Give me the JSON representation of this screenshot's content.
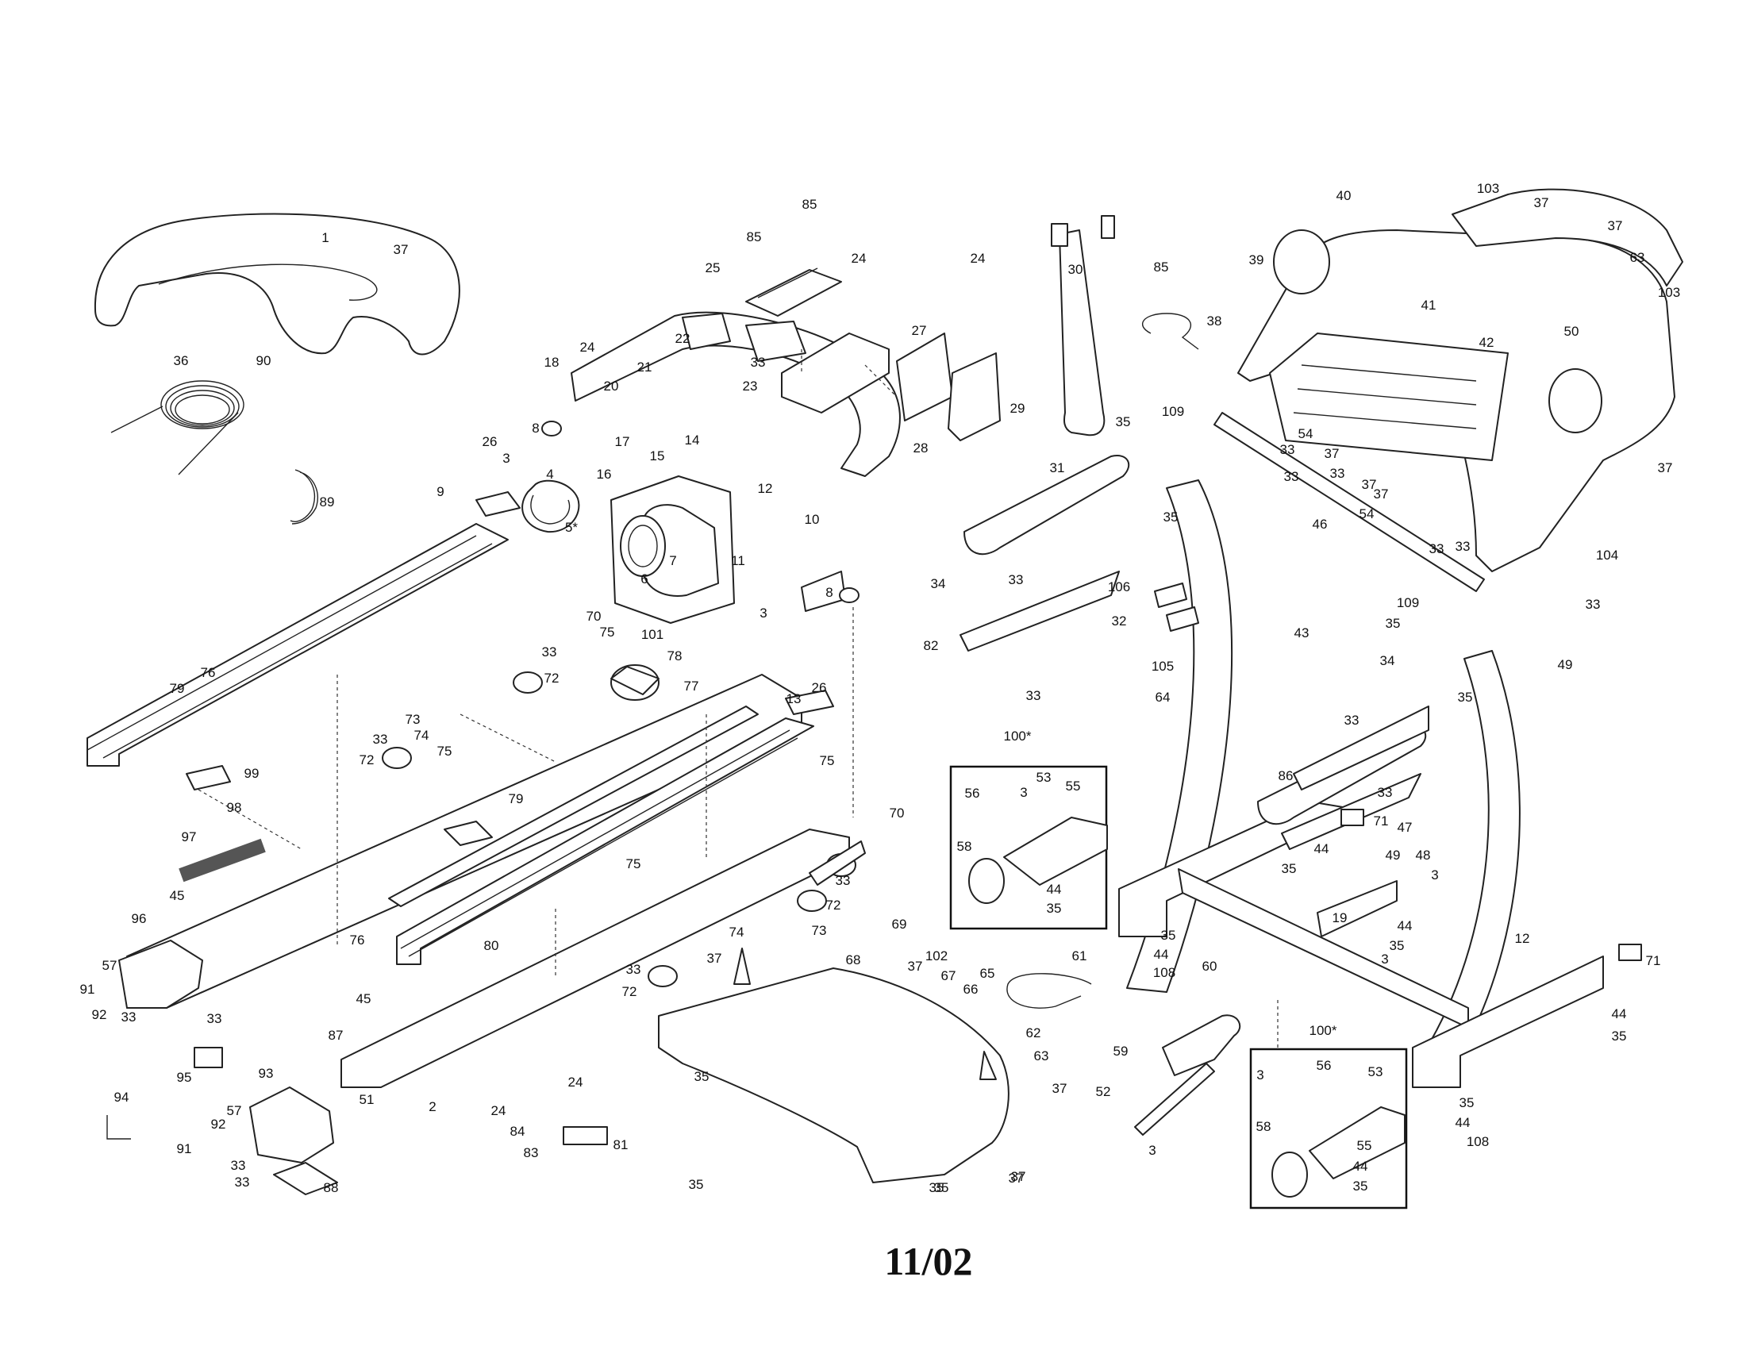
{
  "page": {
    "footer_date": "11/02"
  },
  "callouts": [
    {
      "id": "c1",
      "text": "1"
    },
    {
      "id": "c2",
      "text": "37"
    },
    {
      "id": "c3",
      "text": "36"
    },
    {
      "id": "c4",
      "text": "90"
    },
    {
      "id": "c5",
      "text": "89"
    },
    {
      "id": "c6",
      "text": "18"
    },
    {
      "id": "c7",
      "text": "24"
    },
    {
      "id": "c8",
      "text": "20"
    },
    {
      "id": "c9",
      "text": "21"
    },
    {
      "id": "c10",
      "text": "22"
    },
    {
      "id": "c11",
      "text": "8"
    },
    {
      "id": "c12",
      "text": "26"
    },
    {
      "id": "c13",
      "text": "3"
    },
    {
      "id": "c14",
      "text": "9"
    },
    {
      "id": "c15",
      "text": "4"
    },
    {
      "id": "c16",
      "text": "17"
    },
    {
      "id": "c17",
      "text": "15"
    },
    {
      "id": "c18",
      "text": "14"
    },
    {
      "id": "c19",
      "text": "16"
    },
    {
      "id": "c20",
      "text": "5*"
    },
    {
      "id": "c21",
      "text": "6"
    },
    {
      "id": "c22",
      "text": "7"
    },
    {
      "id": "c23",
      "text": "11"
    },
    {
      "id": "c24",
      "text": "12"
    },
    {
      "id": "c25",
      "text": "10"
    },
    {
      "id": "c26",
      "text": "3"
    },
    {
      "id": "c27",
      "text": "8"
    },
    {
      "id": "c28",
      "text": "25"
    },
    {
      "id": "c29",
      "text": "85"
    },
    {
      "id": "c30",
      "text": "85"
    },
    {
      "id": "c31",
      "text": "33"
    },
    {
      "id": "c32",
      "text": "23"
    },
    {
      "id": "c33",
      "text": "24"
    },
    {
      "id": "c34",
      "text": "27"
    },
    {
      "id": "c35",
      "text": "24"
    },
    {
      "id": "c36",
      "text": "28"
    },
    {
      "id": "c37",
      "text": "29"
    },
    {
      "id": "c38",
      "text": "30"
    },
    {
      "id": "c39",
      "text": "85"
    },
    {
      "id": "c40",
      "text": "31"
    },
    {
      "id": "c41",
      "text": "34"
    },
    {
      "id": "c42",
      "text": "33"
    },
    {
      "id": "c43",
      "text": "82"
    },
    {
      "id": "c44",
      "text": "33"
    },
    {
      "id": "c45",
      "text": "106"
    },
    {
      "id": "c46",
      "text": "32"
    },
    {
      "id": "c47",
      "text": "105"
    },
    {
      "id": "c48",
      "text": "35"
    },
    {
      "id": "c49",
      "text": "109"
    },
    {
      "id": "c50",
      "text": "35"
    },
    {
      "id": "c51",
      "text": "40"
    },
    {
      "id": "c52",
      "text": "103"
    },
    {
      "id": "c53",
      "text": "37"
    },
    {
      "id": "c54",
      "text": "37"
    },
    {
      "id": "c55",
      "text": "63"
    },
    {
      "id": "c56",
      "text": "103"
    },
    {
      "id": "c57",
      "text": "39"
    },
    {
      "id": "c58",
      "text": "38"
    },
    {
      "id": "c59",
      "text": "41"
    },
    {
      "id": "c60",
      "text": "42"
    },
    {
      "id": "c61",
      "text": "50"
    },
    {
      "id": "c62",
      "text": "33"
    },
    {
      "id": "c63",
      "text": "54"
    },
    {
      "id": "c64",
      "text": "37"
    },
    {
      "id": "c65",
      "text": "33"
    },
    {
      "id": "c66",
      "text": "33"
    },
    {
      "id": "c67",
      "text": "37"
    },
    {
      "id": "c68",
      "text": "37"
    },
    {
      "id": "c69",
      "text": "37"
    },
    {
      "id": "c70",
      "text": "54"
    },
    {
      "id": "c71",
      "text": "33"
    },
    {
      "id": "c72",
      "text": "33"
    },
    {
      "id": "c73",
      "text": "46"
    },
    {
      "id": "c74",
      "text": "104"
    },
    {
      "id": "c75",
      "text": "33"
    },
    {
      "id": "c76",
      "text": "109"
    },
    {
      "id": "c77",
      "text": "35"
    },
    {
      "id": "c78",
      "text": "49"
    },
    {
      "id": "c79",
      "text": "35"
    },
    {
      "id": "c80",
      "text": "43"
    },
    {
      "id": "c81",
      "text": "34"
    },
    {
      "id": "c82",
      "text": "33"
    },
    {
      "id": "c83",
      "text": "86"
    },
    {
      "id": "c84",
      "text": "33"
    },
    {
      "id": "c85",
      "text": "64"
    },
    {
      "id": "c86",
      "text": "71"
    },
    {
      "id": "c87",
      "text": "47"
    },
    {
      "id": "c88",
      "text": "48"
    },
    {
      "id": "c89",
      "text": "49"
    },
    {
      "id": "c90",
      "text": "3"
    },
    {
      "id": "c91",
      "text": "44"
    },
    {
      "id": "c92",
      "text": "35"
    },
    {
      "id": "c93",
      "text": "19"
    },
    {
      "id": "c94",
      "text": "44"
    },
    {
      "id": "c95",
      "text": "35"
    },
    {
      "id": "c96",
      "text": "3"
    },
    {
      "id": "c97",
      "text": "12"
    },
    {
      "id": "c98",
      "text": "71"
    },
    {
      "id": "c99",
      "text": "44"
    },
    {
      "id": "c100",
      "text": "35"
    },
    {
      "id": "c101",
      "text": "35"
    },
    {
      "id": "c102",
      "text": "44"
    },
    {
      "id": "c103",
      "text": "108"
    },
    {
      "id": "c104",
      "text": "35"
    },
    {
      "id": "c105",
      "text": "44"
    },
    {
      "id": "c106",
      "text": "108"
    },
    {
      "id": "c107",
      "text": "100*"
    },
    {
      "id": "c108",
      "text": "56"
    },
    {
      "id": "c109",
      "text": "3"
    },
    {
      "id": "c110",
      "text": "53"
    },
    {
      "id": "c111",
      "text": "55"
    },
    {
      "id": "c112",
      "text": "58"
    },
    {
      "id": "c113",
      "text": "44"
    },
    {
      "id": "c114",
      "text": "35"
    },
    {
      "id": "c115",
      "text": "100*"
    },
    {
      "id": "c116",
      "text": "3"
    },
    {
      "id": "c117",
      "text": "56"
    },
    {
      "id": "c118",
      "text": "53"
    },
    {
      "id": "c119",
      "text": "58"
    },
    {
      "id": "c120",
      "text": "55"
    },
    {
      "id": "c121",
      "text": "44"
    },
    {
      "id": "c122",
      "text": "35"
    },
    {
      "id": "c123",
      "text": "60"
    },
    {
      "id": "c124",
      "text": "59"
    },
    {
      "id": "c125",
      "text": "52"
    },
    {
      "id": "c126",
      "text": "3"
    },
    {
      "id": "c127",
      "text": "61"
    },
    {
      "id": "c128",
      "text": "62"
    },
    {
      "id": "c129",
      "text": "63"
    },
    {
      "id": "c130",
      "text": "37"
    },
    {
      "id": "c131",
      "text": "65"
    },
    {
      "id": "c132",
      "text": "66"
    },
    {
      "id": "c133",
      "text": "67"
    },
    {
      "id": "c134",
      "text": "102"
    },
    {
      "id": "c135",
      "text": "37"
    },
    {
      "id": "c136",
      "text": "68"
    },
    {
      "id": "c137",
      "text": "69"
    },
    {
      "id": "c138",
      "text": "35"
    },
    {
      "id": "c139",
      "text": "35"
    },
    {
      "id": "c140",
      "text": "37"
    },
    {
      "id": "c141",
      "text": "70"
    },
    {
      "id": "c142",
      "text": "75"
    },
    {
      "id": "c143",
      "text": "101"
    },
    {
      "id": "c144",
      "text": "78"
    },
    {
      "id": "c145",
      "text": "33"
    },
    {
      "id": "c146",
      "text": "72"
    },
    {
      "id": "c147",
      "text": "77"
    },
    {
      "id": "c148",
      "text": "13"
    },
    {
      "id": "c149",
      "text": "26"
    },
    {
      "id": "c150",
      "text": "73"
    },
    {
      "id": "c151",
      "text": "33"
    },
    {
      "id": "c152",
      "text": "74"
    },
    {
      "id": "c153",
      "text": "75"
    },
    {
      "id": "c154",
      "text": "72"
    },
    {
      "id": "c155",
      "text": "79"
    },
    {
      "id": "c156",
      "text": "76"
    },
    {
      "id": "c157",
      "text": "99"
    },
    {
      "id": "c158",
      "text": "98"
    },
    {
      "id": "c159",
      "text": "97"
    },
    {
      "id": "c160",
      "text": "45"
    },
    {
      "id": "c161",
      "text": "75"
    },
    {
      "id": "c162",
      "text": "70"
    },
    {
      "id": "c163",
      "text": "79"
    },
    {
      "id": "c164",
      "text": "75"
    },
    {
      "id": "c165",
      "text": "33"
    },
    {
      "id": "c166",
      "text": "72"
    },
    {
      "id": "c167",
      "text": "74"
    },
    {
      "id": "c168",
      "text": "73"
    },
    {
      "id": "c169",
      "text": "76"
    },
    {
      "id": "c170",
      "text": "80"
    },
    {
      "id": "c171",
      "text": "33"
    },
    {
      "id": "c172",
      "text": "37"
    },
    {
      "id": "c173",
      "text": "72"
    },
    {
      "id": "c174",
      "text": "96"
    },
    {
      "id": "c175",
      "text": "57"
    },
    {
      "id": "c176",
      "text": "91"
    },
    {
      "id": "c177",
      "text": "92"
    },
    {
      "id": "c178",
      "text": "33"
    },
    {
      "id": "c179",
      "text": "33"
    },
    {
      "id": "c180",
      "text": "95"
    },
    {
      "id": "c181",
      "text": "45"
    },
    {
      "id": "c182",
      "text": "87"
    },
    {
      "id": "c183",
      "text": "51"
    },
    {
      "id": "c184",
      "text": "93"
    },
    {
      "id": "c185",
      "text": "94"
    },
    {
      "id": "c186",
      "text": "57"
    },
    {
      "id": "c187",
      "text": "92"
    },
    {
      "id": "c188",
      "text": "91"
    },
    {
      "id": "c189",
      "text": "33"
    },
    {
      "id": "c190",
      "text": "33"
    },
    {
      "id": "c191",
      "text": "88"
    },
    {
      "id": "c192",
      "text": "2"
    },
    {
      "id": "c193",
      "text": "24"
    },
    {
      "id": "c194",
      "text": "24"
    },
    {
      "id": "c195",
      "text": "84"
    },
    {
      "id": "c196",
      "text": "83"
    },
    {
      "id": "c197",
      "text": "81"
    },
    {
      "id": "c198",
      "text": "35"
    },
    {
      "id": "c199",
      "text": "35"
    },
    {
      "id": "c200",
      "text": "37"
    }
  ]
}
